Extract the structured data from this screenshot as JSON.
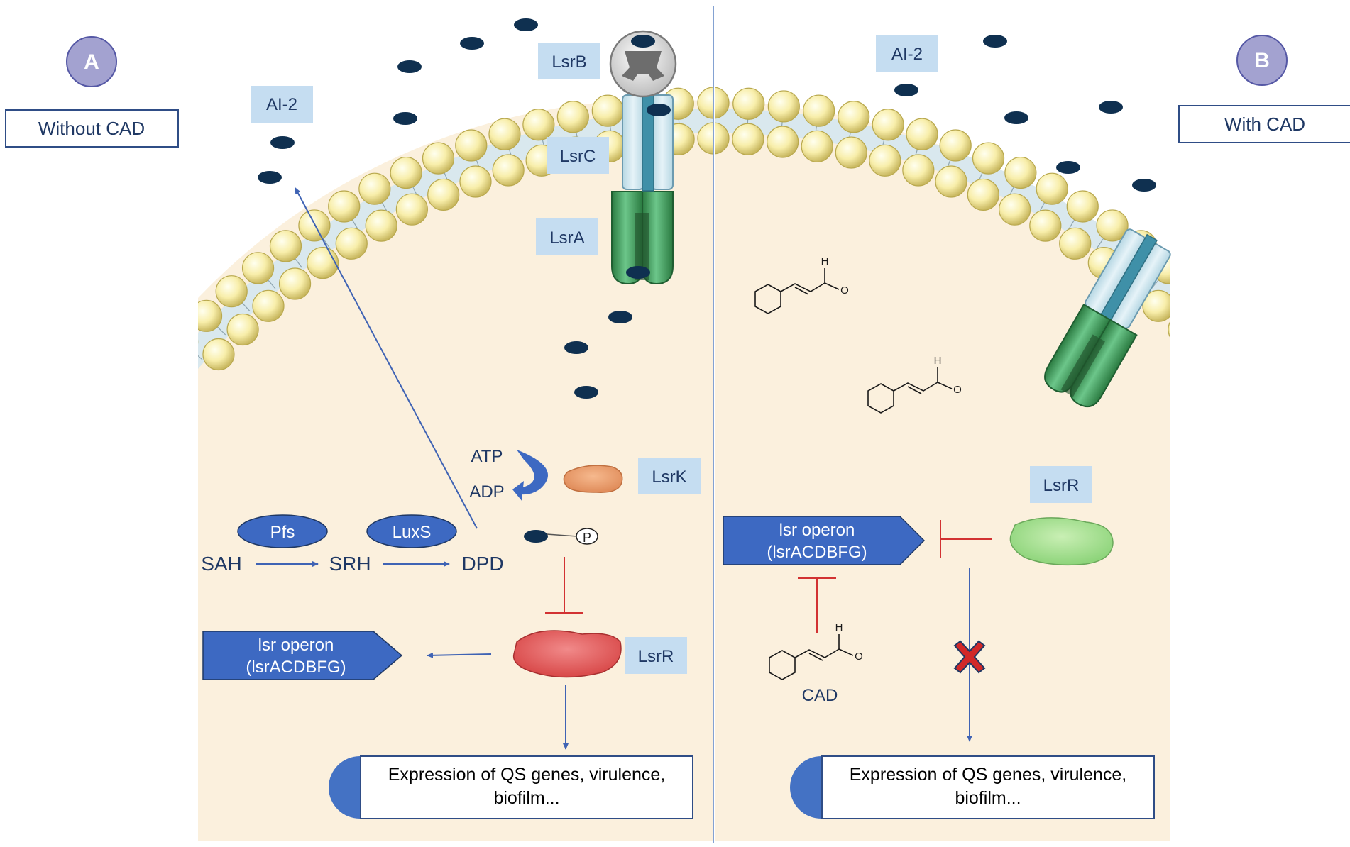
{
  "panel_a": {
    "badge": "A",
    "caption": "Without CAD",
    "ai2_label": "AI-2",
    "lsrB_label": "LsrB",
    "lsrC_label": "LsrC",
    "lsrA_label": "LsrA",
    "lsrK_label": "LsrK",
    "lsrR_label": "LsrR",
    "atp_label": "ATP",
    "adp_label": "ADP",
    "pfs_label": "Pfs",
    "luxs_label": "LuxS",
    "sah_label": "SAH",
    "srh_label": "SRH",
    "dpd_label": "DPD",
    "phosphate_label": "P",
    "operon_line1": "lsr operon",
    "operon_line2": "(lsrACDBFG)",
    "expression_line1": "Expression of QS genes, virulence,",
    "expression_line2": "biofilm..."
  },
  "panel_b": {
    "badge": "B",
    "caption": "With CAD",
    "ai2_label": "AI-2",
    "lsrR_label": "LsrR",
    "operon_line1": "lsr operon",
    "operon_line2": "(lsrACDBFG)",
    "cad_label": "CAD",
    "aldehyde_h": "H",
    "aldehyde_o": "O",
    "expression_line1": "Expression of QS genes, virulence,",
    "expression_line2": "biofilm..."
  },
  "colors": {
    "cytoplasm": "#fbf0dd",
    "label_box": "#c5ddf1",
    "badge": "#a3a2d0",
    "arrow_blue": "#3f63b4",
    "inhibit_red": "#d23232",
    "operon_fill": "#3d69c2",
    "ai2_dot": "#0f3050"
  }
}
